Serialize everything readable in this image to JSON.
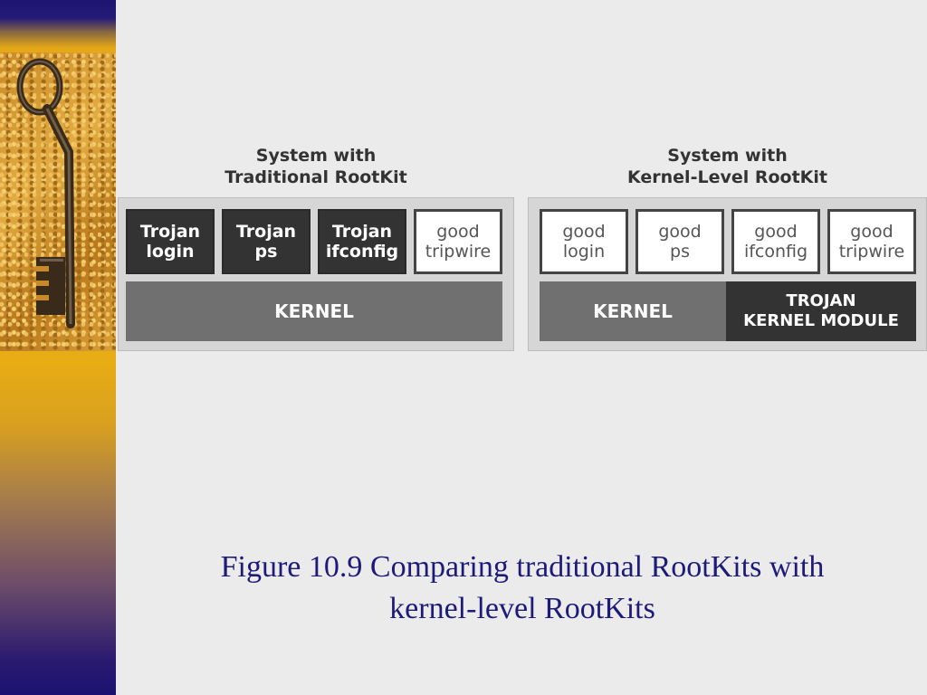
{
  "left_diagram": {
    "heading": "System with\nTraditional RootKit",
    "programs": [
      {
        "label": "Trojan\nlogin",
        "kind": "trojan"
      },
      {
        "label": "Trojan\nps",
        "kind": "trojan"
      },
      {
        "label": "Trojan\nifconfig",
        "kind": "trojan"
      },
      {
        "label": "good\ntripwire",
        "kind": "good"
      }
    ],
    "kernel": "KERNEL"
  },
  "right_diagram": {
    "heading": "System with\nKernel-Level RootKit",
    "programs": [
      {
        "label": "good\nlogin",
        "kind": "good"
      },
      {
        "label": "good\nps",
        "kind": "good"
      },
      {
        "label": "good\nifconfig",
        "kind": "good"
      },
      {
        "label": "good\ntripwire",
        "kind": "good"
      }
    ],
    "kernel": "KERNEL",
    "module": "TROJAN\nKERNEL MODULE"
  },
  "caption": "Figure 10.9  Comparing traditional RootKits with\nkernel-level RootKits",
  "colors": {
    "trojan_box": "#333333",
    "good_box": "#ffffff",
    "kernel_bar": "#707070",
    "caption_text": "#1e1a7a",
    "strip_gold": "#e8ac14",
    "strip_navy": "#1c1470"
  }
}
